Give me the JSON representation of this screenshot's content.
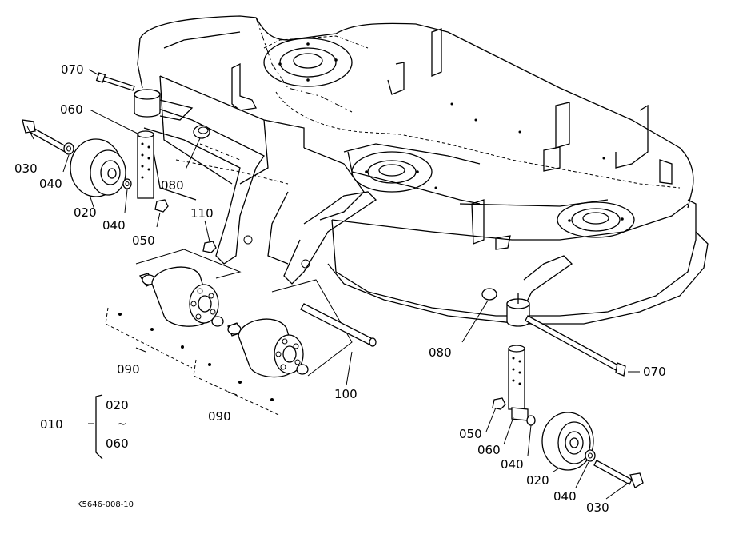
{
  "diagram": {
    "document_code": "K5646-008-10",
    "labels": {
      "l070_top": "070",
      "l060_top": "060",
      "l030_left": "030",
      "l040_left_a": "040",
      "l080_left": "080",
      "l020_left": "020",
      "l040_left_b": "040",
      "l050_left": "050",
      "l110": "110",
      "l090_a": "090",
      "l090_b": "090",
      "l100": "100",
      "l080_right": "080",
      "l070_right": "070",
      "l010": "010",
      "l010_from": "020",
      "l010_tilde": "~",
      "l010_to": "060",
      "l050_right": "050",
      "l060_right": "060",
      "l040_right_a": "040",
      "l020_right": "020",
      "l040_right_b": "040",
      "l030_right": "030"
    }
  }
}
